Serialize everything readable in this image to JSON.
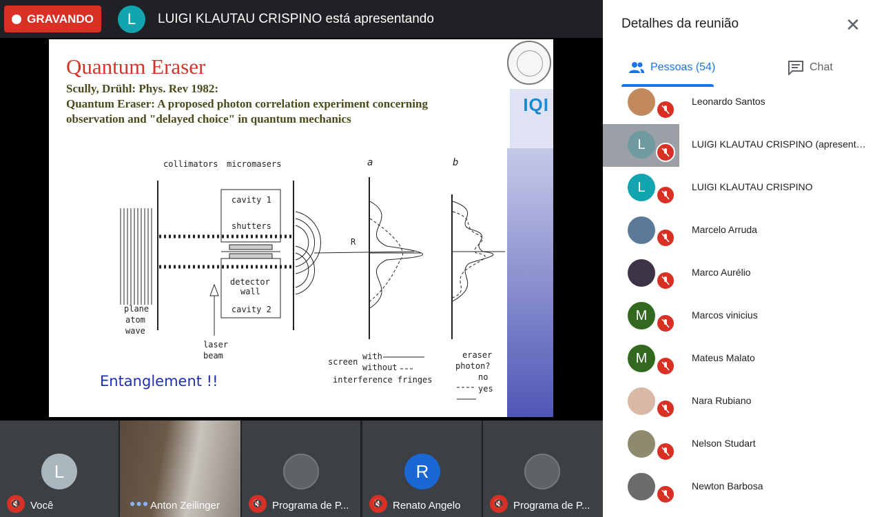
{
  "recording": {
    "label": "GRAVANDO"
  },
  "presenter": {
    "initial": "L",
    "text": "LUIGI KLAUTAU CRISPINO está apresentando"
  },
  "slide": {
    "title": "Quantum Eraser",
    "line1": "Scully, Drühl: Phys. Rev 1982:",
    "line2": "Quantum Eraser: A proposed photon correlation experiment concerning",
    "line3": "observation and \"delayed choice\" in quantum mechanics",
    "logo_text": "IQI",
    "bottom_text": "Entanglement !!",
    "diagram": {
      "collimators": "collimators",
      "micromasers": "micromasers",
      "a": "a",
      "b": "b",
      "cavity1": "cavity 1",
      "shutters": "shutters",
      "detector": "detector",
      "wall": "wall",
      "cavity2": "cavity 2",
      "r": "R",
      "plane": "plane",
      "atom": "atom",
      "wave": "wave",
      "laser": "laser",
      "beam": "beam",
      "screen": "screen",
      "with": "with",
      "without": "without",
      "fringes": "interference fringes",
      "eraser": "eraser",
      "photon": "photon?",
      "no": "no",
      "yes": "yes"
    }
  },
  "tiles": [
    {
      "name": "Você",
      "initial": "L",
      "color": "#a9b6bd"
    },
    {
      "name": "Anton Zeilinger"
    },
    {
      "name": "Programa de P..."
    },
    {
      "name": "Renato Angelo",
      "initial": "R",
      "color": "#1967d2"
    },
    {
      "name": "Programa de P..."
    }
  ],
  "panel": {
    "title": "Detalhes da reunião",
    "tab_people": "Pessoas (54)",
    "tab_chat": "Chat",
    "participants": [
      {
        "name": "Leonardo Santos",
        "initial": "",
        "color": "#c28a5c"
      },
      {
        "name": "LUIGI KLAUTAU CRISPINO (apresenta...",
        "initial": "L",
        "color": "#12a4af"
      },
      {
        "name": "LUIGI KLAUTAU CRISPINO",
        "initial": "L",
        "color": "#12a4af"
      },
      {
        "name": "Marcelo Arruda",
        "initial": "",
        "color": "#5b7a99"
      },
      {
        "name": "Marco Aurélio",
        "initial": "",
        "color": "#3b3346"
      },
      {
        "name": "Marcos vinicius",
        "initial": "M",
        "color": "#33691e"
      },
      {
        "name": "Mateus Malato",
        "initial": "M",
        "color": "#33691e"
      },
      {
        "name": "Nara Rubiano",
        "initial": "",
        "color": "#d9b9a5"
      },
      {
        "name": "Nelson Studart",
        "initial": "",
        "color": "#8d8a6e"
      },
      {
        "name": "Newton Barbosa",
        "initial": "",
        "color": "#6d6a6a"
      }
    ]
  }
}
